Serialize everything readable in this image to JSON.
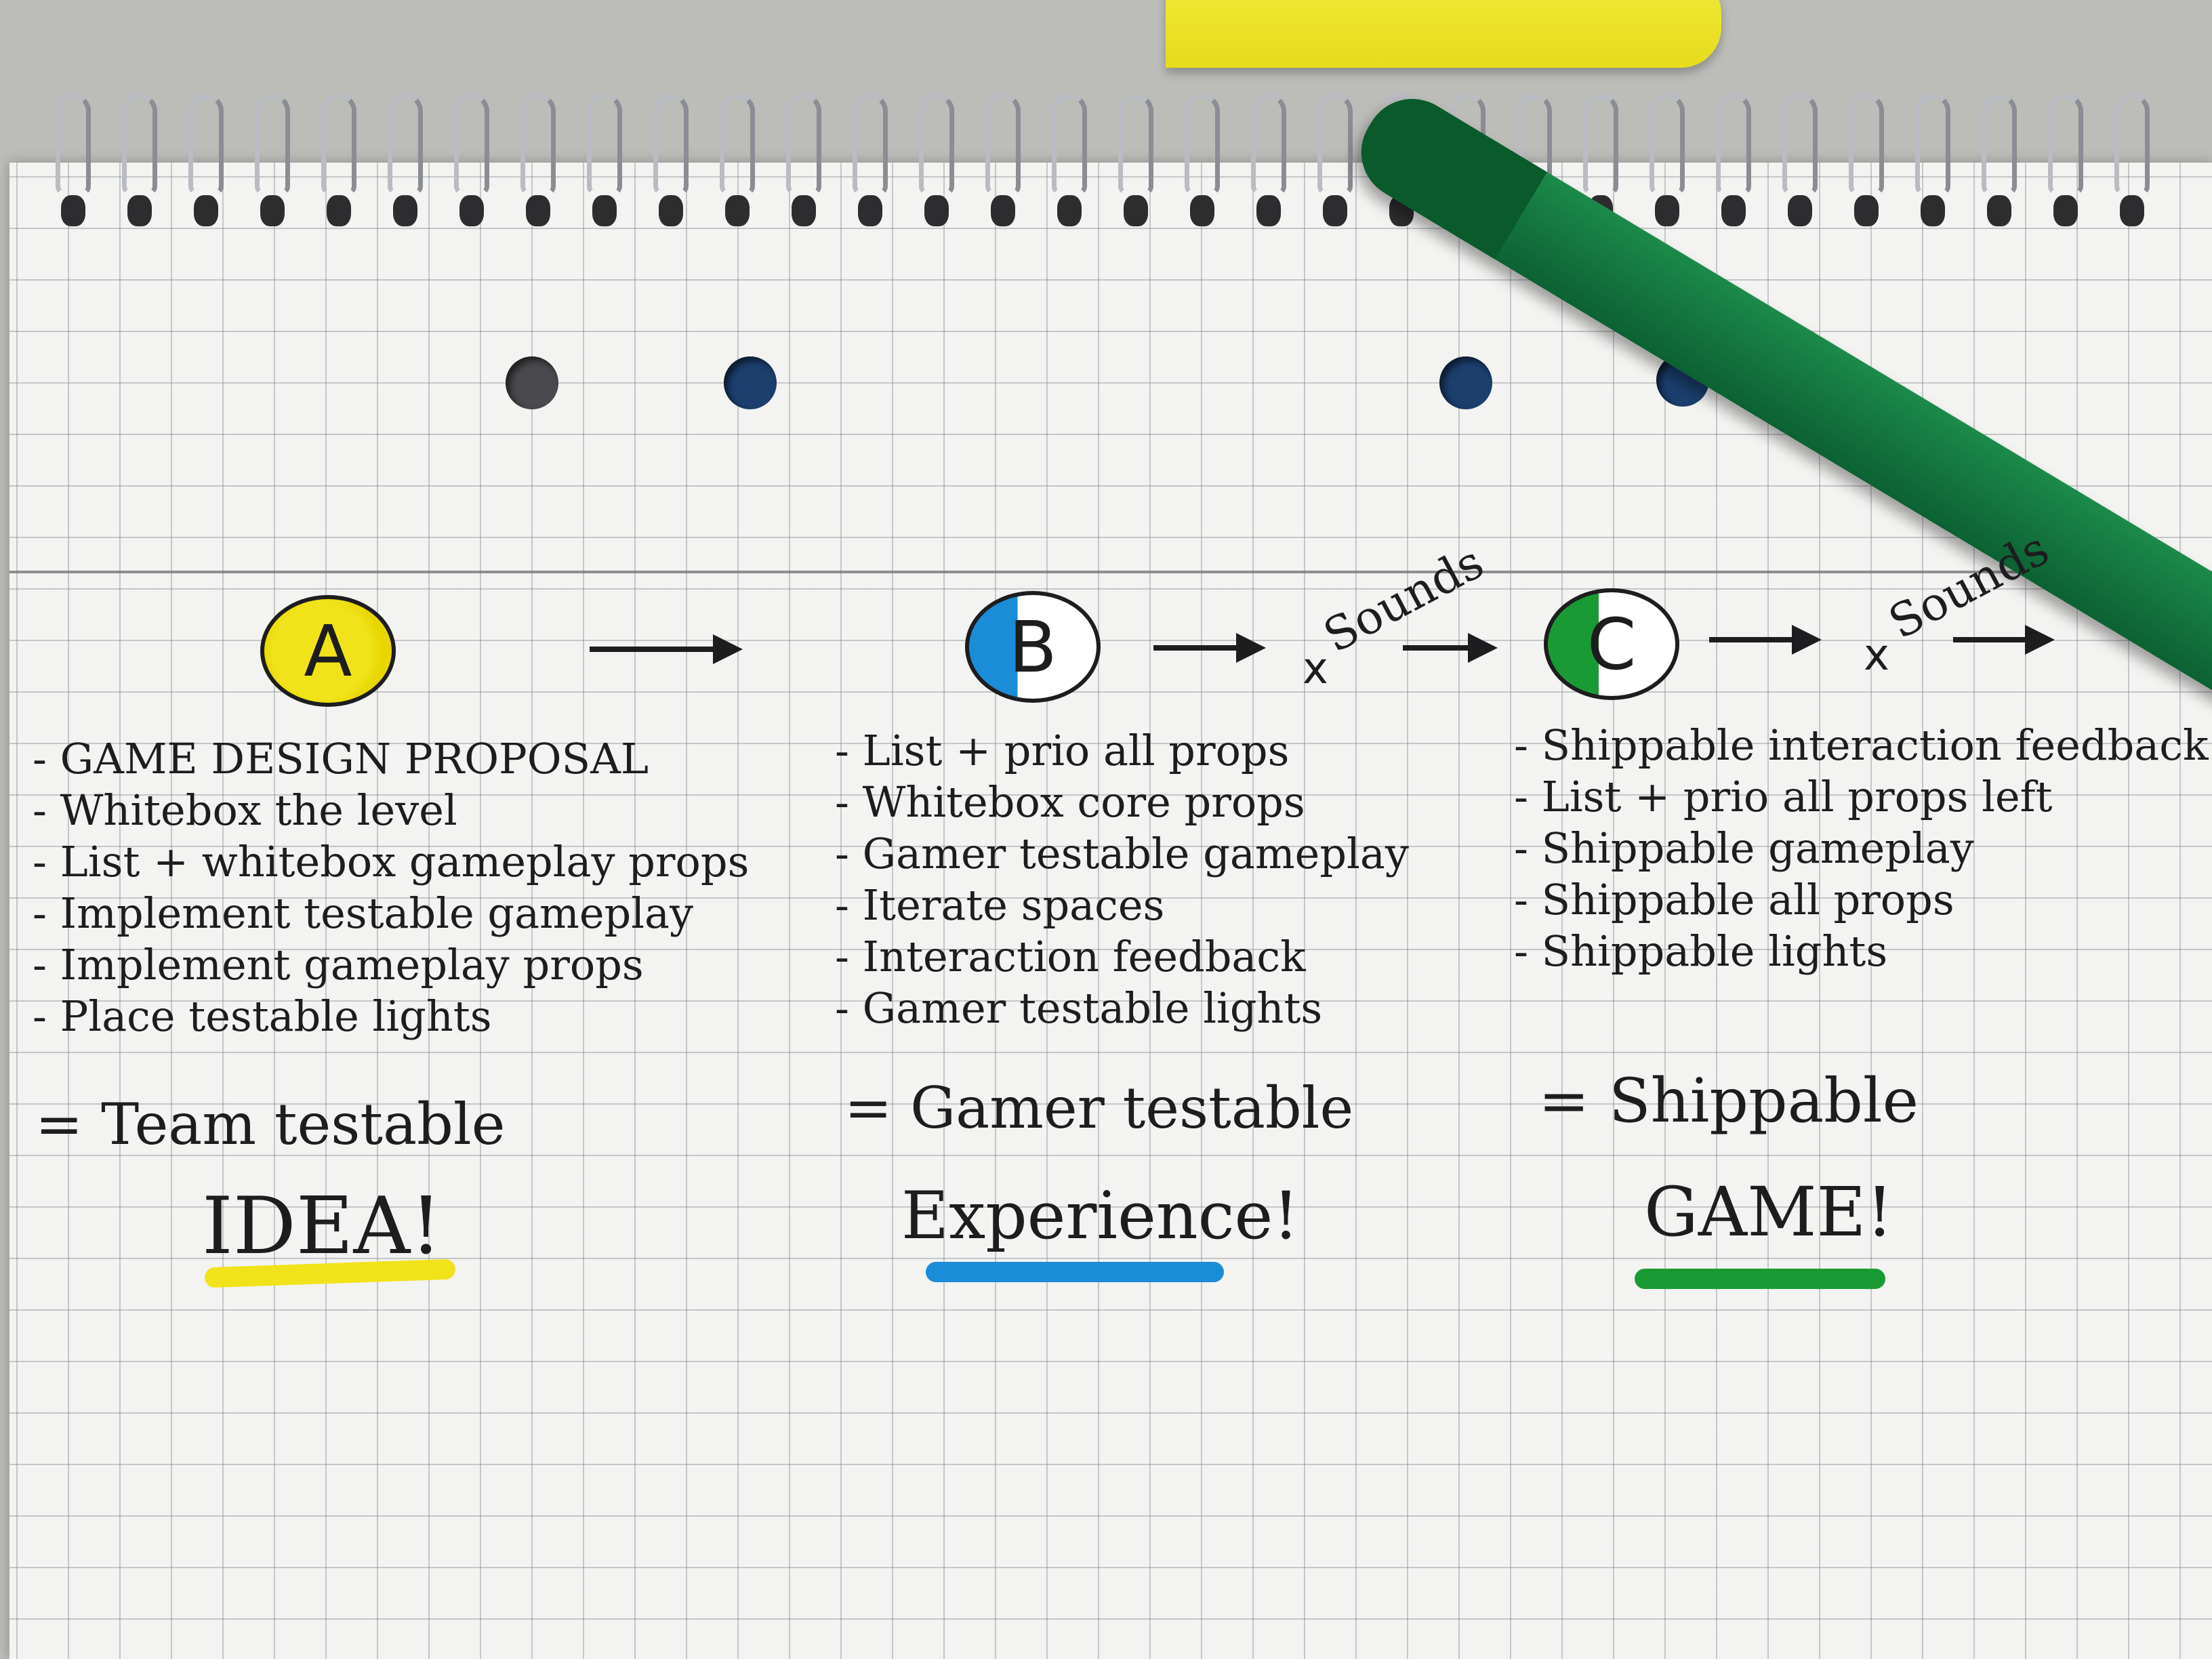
{
  "colors": {
    "yellow": "#f0e31a",
    "blue": "#1b8cd8",
    "green": "#1a9a35",
    "ink": "#1d1d1f"
  },
  "milestones": [
    {
      "letter": "A",
      "items": [
        "- GAME DESIGN PROPOSAL",
        "- Whitebox the level",
        "- List + whitebox gameplay props",
        "- Implement testable gameplay",
        "- Implement gameplay props",
        "- Place testable lights"
      ],
      "result": "= Team testable",
      "goal": "IDEA!"
    },
    {
      "letter": "B",
      "items": [
        "- List + prio all props",
        "- Whitebox core props",
        "- Gamer testable gameplay",
        "- Iterate spaces",
        "- Interaction feedback",
        "- Gamer testable lights"
      ],
      "result": "= Gamer testable",
      "goal": "Experience!"
    },
    {
      "letter": "C",
      "items": [
        "- Shippable interaction feedback",
        "- List + prio all props left",
        "- Shippable gameplay",
        "- Shippable all props",
        "- Shippable lights"
      ],
      "result": "= Shippable",
      "goal": "GAME!"
    }
  ],
  "annotations": {
    "cross": "x",
    "sounds": "Sounds"
  }
}
